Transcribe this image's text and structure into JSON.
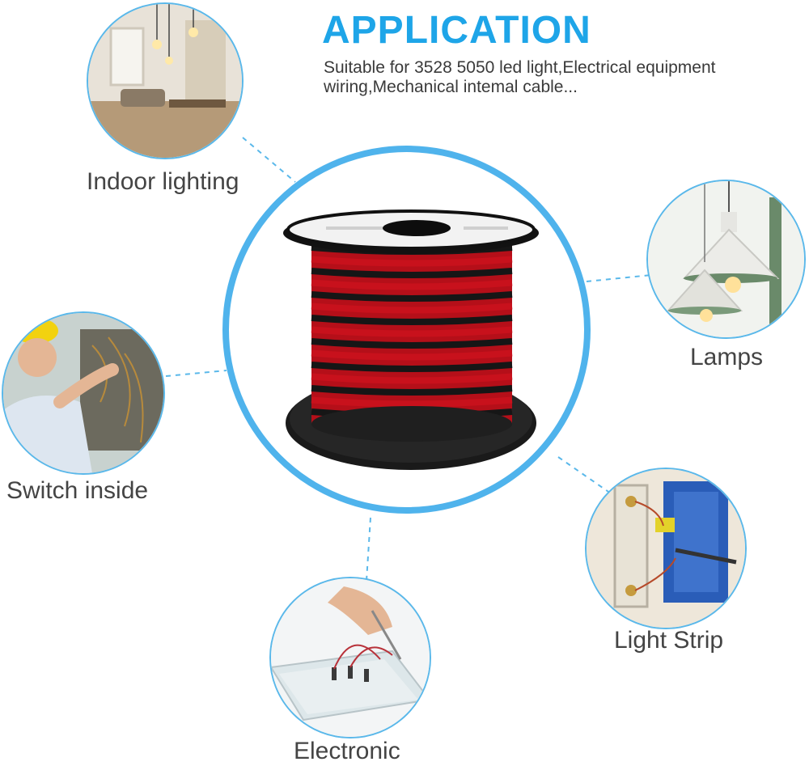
{
  "header": {
    "title": "APPLICATION",
    "description": "Suitable for 3528 5050 led light,Electrical equipment wiring,Mechanical intemal cable..."
  },
  "applications": [
    {
      "label": "Indoor lighting"
    },
    {
      "label": "Lamps"
    },
    {
      "label": "Switch inside"
    },
    {
      "label": "Light Strip"
    },
    {
      "label": "Electronic"
    }
  ],
  "colors": {
    "accent": "#4fb3ec",
    "title": "#1ea5e8",
    "text": "#444444",
    "wire_red": "#c8111c",
    "wire_black": "#161616"
  }
}
